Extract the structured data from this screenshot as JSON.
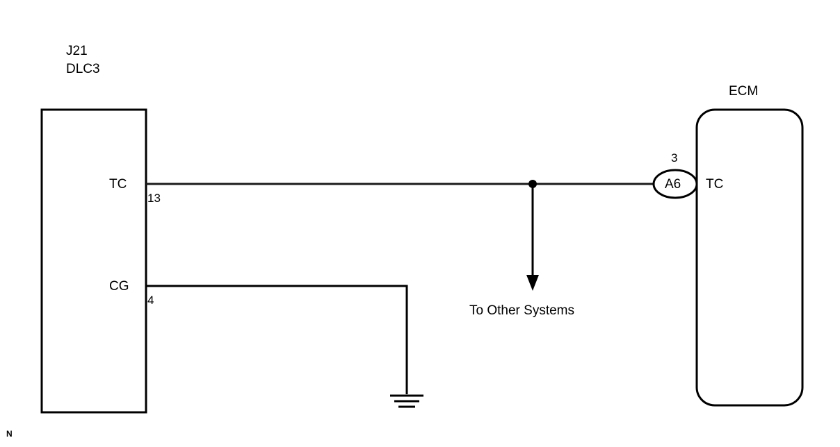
{
  "diagram": {
    "left_connector": {
      "name_line1": "J21",
      "name_line2": "DLC3",
      "pins": [
        {
          "label": "TC",
          "number": "13"
        },
        {
          "label": "CG",
          "number": "4"
        }
      ]
    },
    "right_connector": {
      "title": "ECM",
      "terminal_number": "3",
      "terminal_code": "A6",
      "terminal_label": "TC"
    },
    "branch_note": "To Other Systems",
    "corner_mark": "N"
  }
}
